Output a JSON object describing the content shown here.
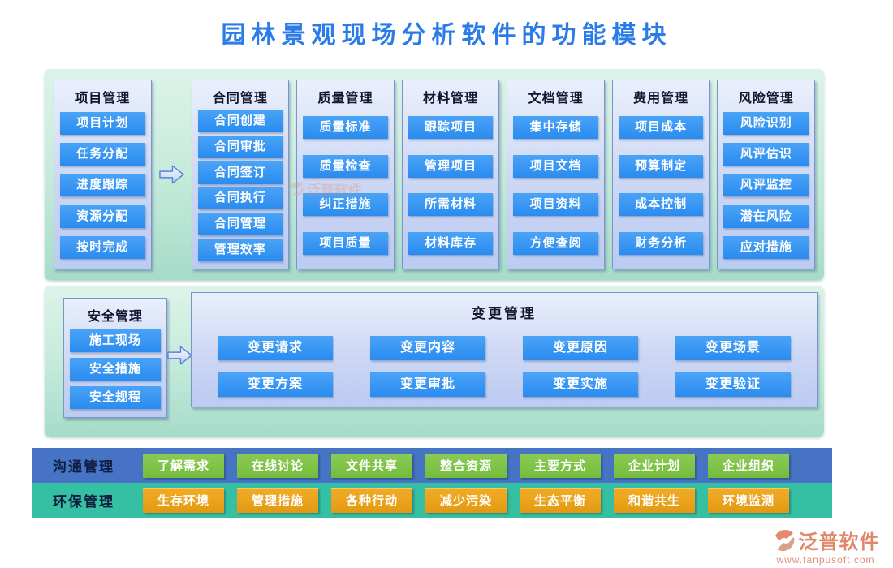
{
  "title": "园林景观现场分析软件的功能模块",
  "modules": [
    {
      "name": "项目管理",
      "items": [
        "项目计划",
        "任务分配",
        "进度跟踪",
        "资源分配",
        "按时完成"
      ]
    },
    {
      "name": "合同管理",
      "items": [
        "合同创建",
        "合同审批",
        "合同签订",
        "合同执行",
        "合同管理",
        "管理效率"
      ]
    },
    {
      "name": "质量管理",
      "items": [
        "质量标准",
        "质量检查",
        "纠正措施",
        "项目质量"
      ]
    },
    {
      "name": "材料管理",
      "items": [
        "跟踪项目",
        "管理项目",
        "所需材料",
        "材料库存"
      ]
    },
    {
      "name": "文档管理",
      "items": [
        "集中存储",
        "项目文档",
        "项目资料",
        "方便查阅"
      ]
    },
    {
      "name": "费用管理",
      "items": [
        "项目成本",
        "预算制定",
        "成本控制",
        "财务分析"
      ]
    },
    {
      "name": "风险管理",
      "items": [
        "风险识别",
        "风评估识",
        "风评监控",
        "潜在风险",
        "应对措施"
      ]
    }
  ],
  "safety": {
    "name": "安全管理",
    "items": [
      "施工现场",
      "安全措施",
      "安全规程"
    ]
  },
  "change": {
    "name": "变更管理",
    "row1": [
      "变更请求",
      "变更内容",
      "变更原因",
      "变更场景"
    ],
    "row2": [
      "变更方案",
      "变更审批",
      "变更实施",
      "变更验证"
    ]
  },
  "bands": [
    {
      "name": "沟通管理",
      "items": [
        "了解需求",
        "在线讨论",
        "文件共享",
        "整合资源",
        "主要方式",
        "企业计划",
        "企业组织"
      ]
    },
    {
      "name": "环保管理",
      "items": [
        "生存环境",
        "管理措施",
        "各种行动",
        "减少污染",
        "生态平衡",
        "和谐共生",
        "环境监测"
      ]
    }
  ],
  "logo": {
    "name": "泛普软件",
    "url": "www.fanpusoft.com"
  },
  "colors": {
    "title": "#2b7ce9",
    "panel_bg_top": "#ddf3e9",
    "panel_bg_bottom": "#a6dcc9",
    "module_box_top": "#e9effc",
    "module_box_bottom": "#bccbf1",
    "module_box_border": "#7c94cb",
    "item_blue": "#2f93f2",
    "band_communication_bg": "#4673c3",
    "band_environment_bg": "#35bfa3",
    "button_green": "#7ec24a",
    "button_orange": "#e8a21d",
    "logo_salmon": "#e0886b"
  }
}
